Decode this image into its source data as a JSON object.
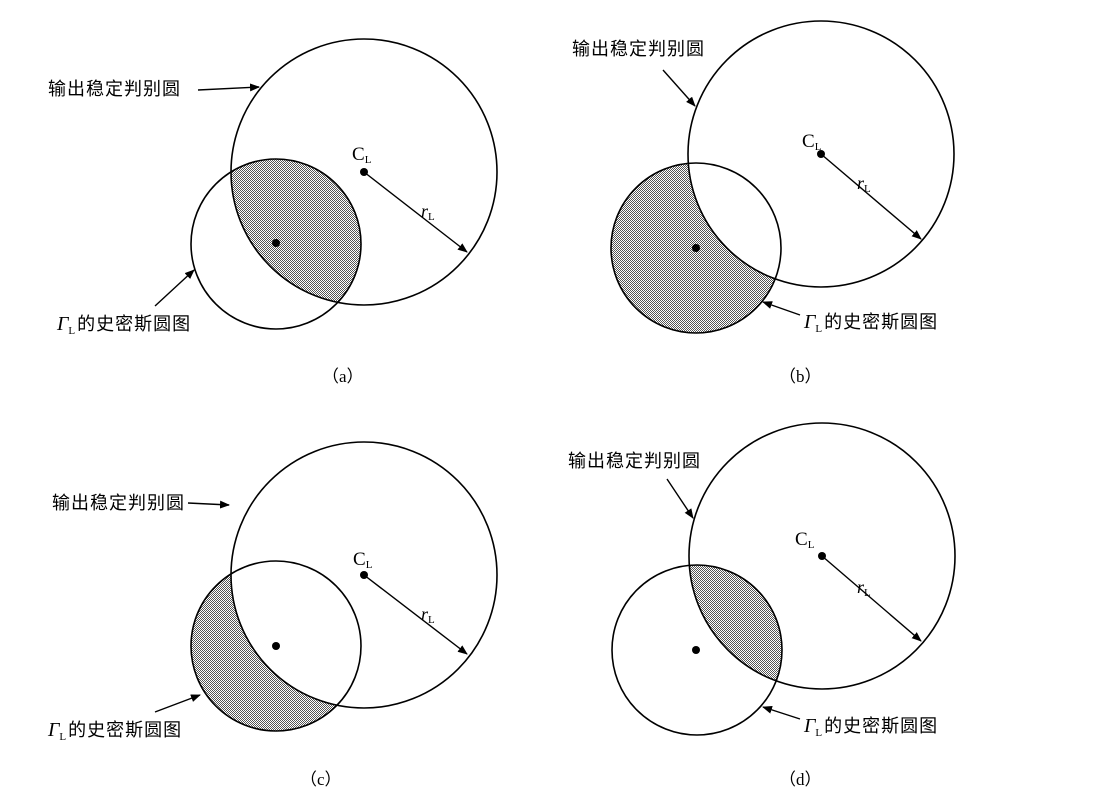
{
  "figure": {
    "background": "#ffffff",
    "line_color": "#000000",
    "shade_color": "#8a8a8a",
    "shade_pattern": "checkerboard-dot",
    "panels": [
      {
        "id": "a",
        "caption": "（a）",
        "stability_circle_label": "输出稳定判别圆",
        "smith_label_symbol": "Γ",
        "smith_label_subscript": "L",
        "smith_label_text": "的史密斯圆图",
        "center_label": "C",
        "center_label_subscript": "L",
        "radius_label": "r",
        "radius_label_subscript": "L",
        "shaded_region": "intersection of stability circle and Smith chart"
      },
      {
        "id": "b",
        "caption": "（b）",
        "stability_circle_label": "输出稳定判别圆",
        "smith_label_symbol": "Γ",
        "smith_label_subscript": "L",
        "smith_label_text": "的史密斯圆图",
        "center_label": "C",
        "center_label_subscript": "L",
        "radius_label": "r",
        "radius_label_subscript": "L",
        "shaded_region": "Smith chart outside stability circle"
      },
      {
        "id": "c",
        "caption": "（c）",
        "stability_circle_label": "输出稳定判别圆",
        "smith_label_symbol": "Γ",
        "smith_label_subscript": "L",
        "smith_label_text": "的史密斯圆图",
        "center_label": "C",
        "center_label_subscript": "L",
        "radius_label": "r",
        "radius_label_subscript": "L",
        "shaded_region": "Smith chart outside stability circle"
      },
      {
        "id": "d",
        "caption": "（d）",
        "stability_circle_label": "输出稳定判别圆",
        "smith_label_symbol": "Γ",
        "smith_label_subscript": "L",
        "smith_label_text": "的史密斯圆图",
        "center_label": "C",
        "center_label_subscript": "L",
        "radius_label": "r",
        "radius_label_subscript": "L",
        "shaded_region": "intersection of stability circle and Smith chart"
      }
    ]
  }
}
